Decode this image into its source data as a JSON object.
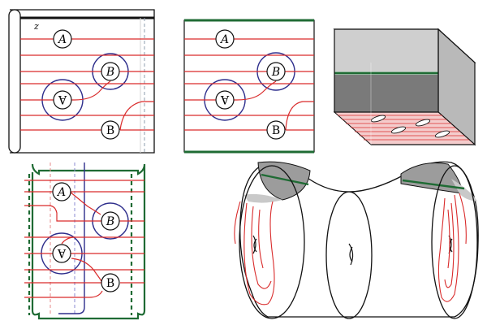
{
  "figure": {
    "colors": {
      "ink": "#111111",
      "strand_red": "#d92b2b",
      "circle_blue": "#2e2e8c",
      "boundary_green": "#1f6b34",
      "dashed_pink": "#e58a8a",
      "dashed_blue": "#8a8ad0",
      "dashed_gray": "#8e9cae",
      "box_gray_light": "#d6d6d6",
      "box_gray_mid": "#a8a8a8",
      "box_gray_dark": "#6f6f6f",
      "stripe_pink": "#f4b8b8"
    },
    "panel_tl": {
      "z_label": "z",
      "labels": {
        "a_top": "A",
        "b_mid": "B",
        "a_flip": "A",
        "b_bottom": "B"
      }
    },
    "panel_tm": {
      "labels": {
        "a_top": "A",
        "b_mid": "B",
        "a_flip": "A",
        "b_bottom": "B"
      }
    },
    "panel_bl": {
      "labels": {
        "a_top": "A",
        "b_mid": "B",
        "a_flip": "A",
        "b_bottom": "B"
      }
    }
  }
}
